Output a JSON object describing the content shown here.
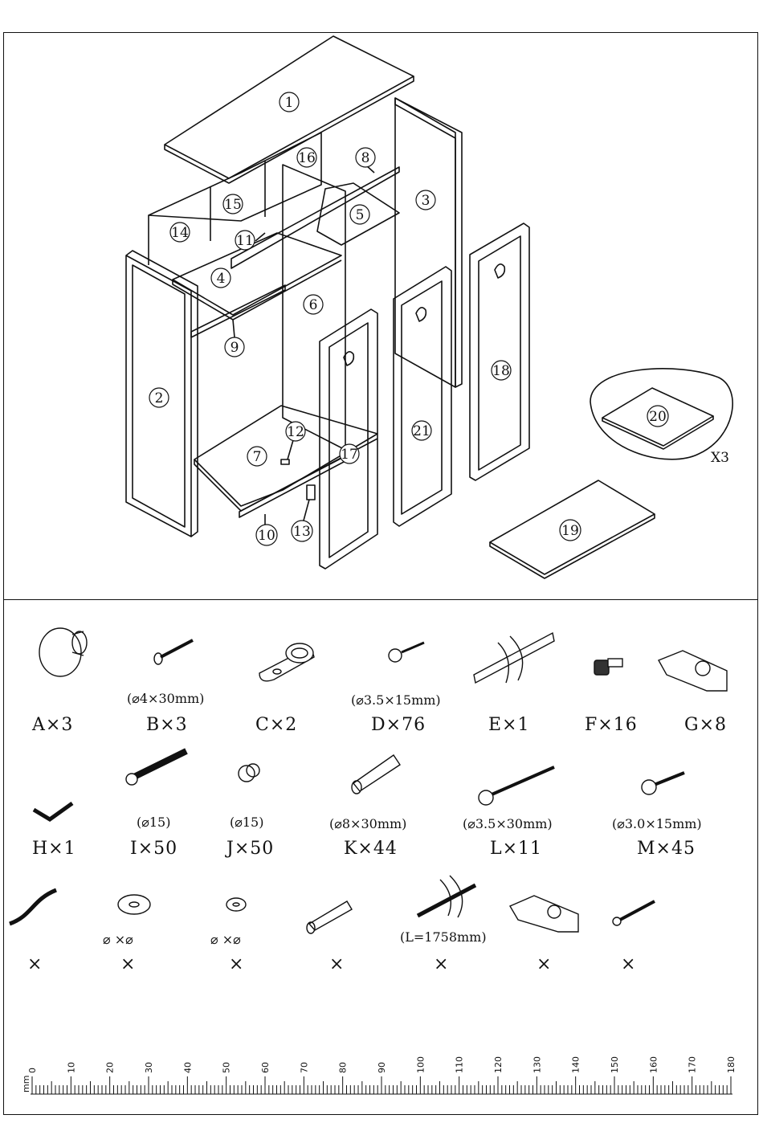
{
  "callouts": [
    "1",
    "2",
    "3",
    "4",
    "5",
    "6",
    "7",
    "8",
    "9",
    "10",
    "11",
    "12",
    "13",
    "14",
    "15",
    "16",
    "17",
    "18",
    "19",
    "20",
    "21"
  ],
  "multiplier_20": "X3",
  "hardware": {
    "row1": [
      {
        "label": "A×3",
        "spec": ""
      },
      {
        "label": "B×3",
        "spec": "(⌀4×30mm)"
      },
      {
        "label": "C×2",
        "spec": ""
      },
      {
        "label": "D×76",
        "spec": "(⌀3.5×15mm)"
      },
      {
        "label": "E×1",
        "spec": ""
      },
      {
        "label": "F×16",
        "spec": ""
      },
      {
        "label": "G×8",
        "spec": ""
      }
    ],
    "row2": [
      {
        "label": "H×1",
        "spec": ""
      },
      {
        "label": "I×50",
        "spec": "(⌀15)"
      },
      {
        "label": "J×50",
        "spec": "(⌀15)"
      },
      {
        "label": "K×44",
        "spec": "(⌀8×30mm)"
      },
      {
        "label": "L×11",
        "spec": "(⌀3.5×30mm)"
      },
      {
        "label": "M×45",
        "spec": "(⌀3.0×15mm)"
      }
    ],
    "row3": [
      {
        "label": "×",
        "spec": ""
      },
      {
        "label": "×",
        "spec": "⌀ ×⌀"
      },
      {
        "label": "×",
        "spec": "⌀ ×⌀"
      },
      {
        "label": "×",
        "spec": ""
      },
      {
        "label": "×",
        "spec": "(L=1758mm)"
      },
      {
        "label": "×",
        "spec": ""
      },
      {
        "label": "×",
        "spec": ""
      }
    ]
  },
  "ruler": {
    "unit": "mm",
    "min": 0,
    "max": 180,
    "labels": [
      "0",
      "10",
      "20",
      "30",
      "40",
      "50",
      "60",
      "70",
      "80",
      "90",
      "100",
      "110",
      "120",
      "130",
      "140",
      "150",
      "160",
      "170",
      "180"
    ]
  }
}
